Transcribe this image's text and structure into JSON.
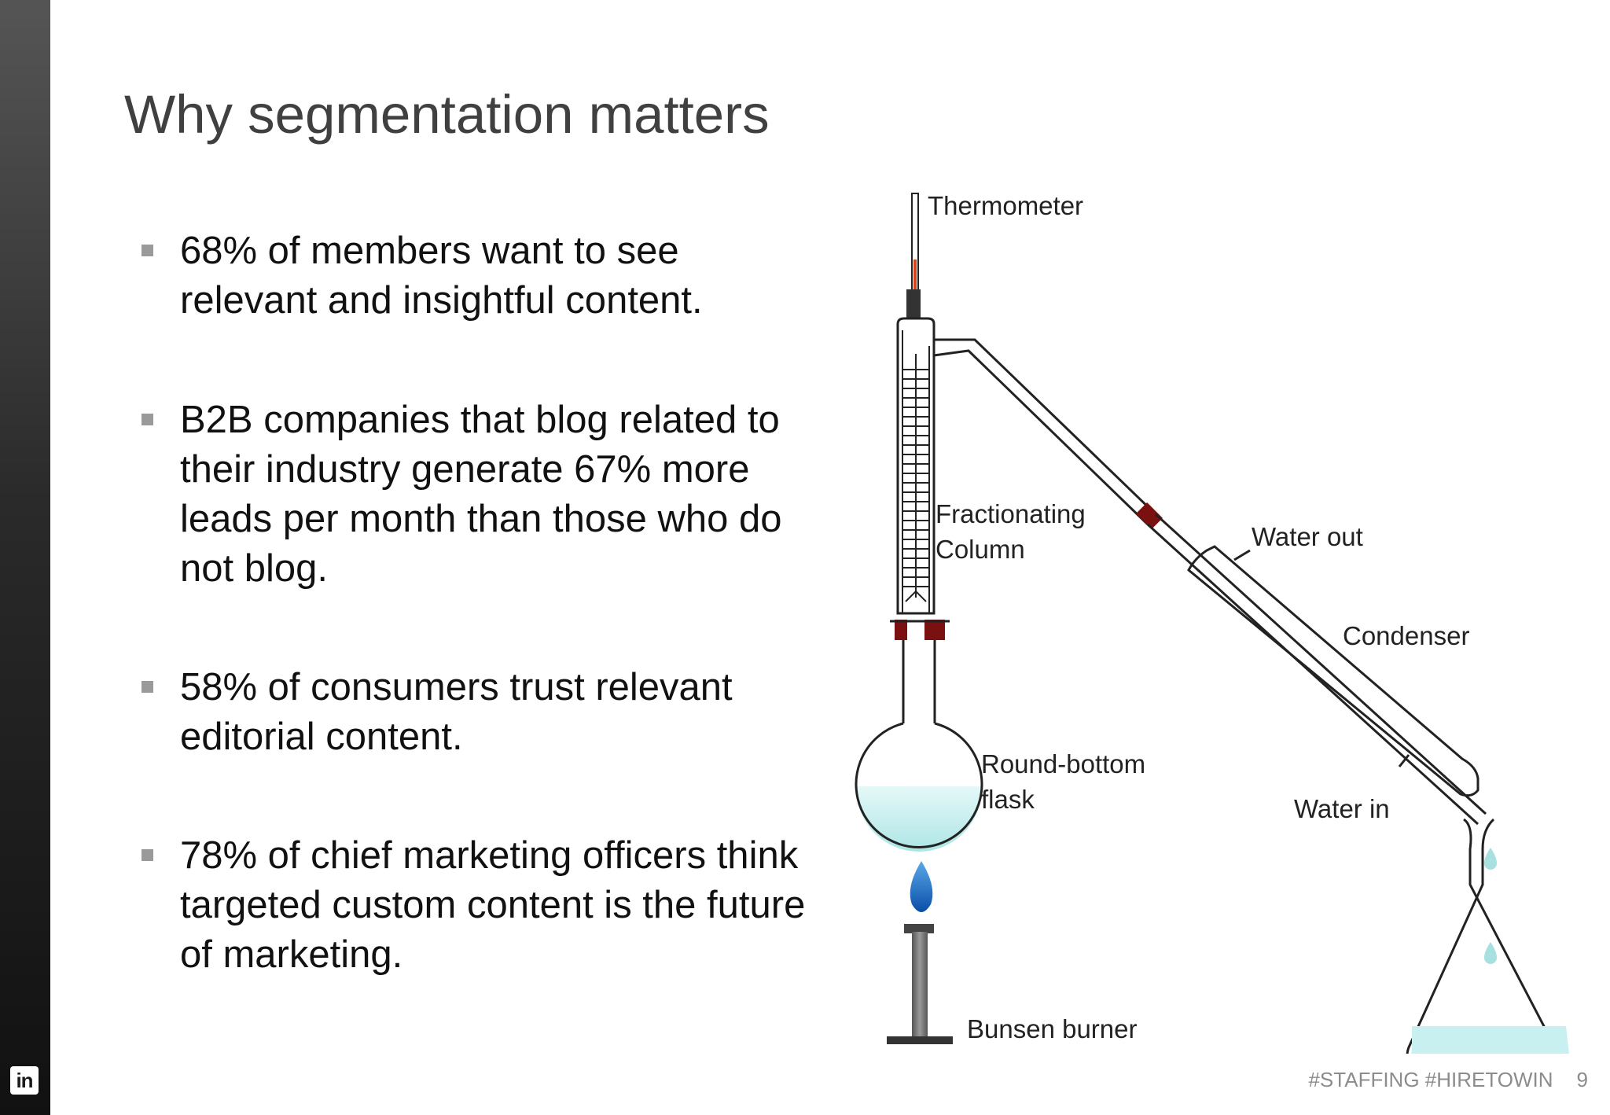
{
  "slide": {
    "title": "Why segmentation matters",
    "bullets": [
      "68% of members want to see relevant and insightful content.",
      "B2B companies that blog related to their industry generate 67% more leads per month than those who do not blog.",
      "58% of consumers trust relevant editorial content.",
      "78% of chief marketing officers think targeted custom content is the future of marketing."
    ]
  },
  "diagram": {
    "labels": {
      "thermometer": "Thermometer",
      "fractionating_1": "Fractionating",
      "fractionating_2": "Column",
      "water_out": "Water out",
      "condenser": "Condenser",
      "round_bottom_1": "Round-bottom",
      "round_bottom_2": "flask",
      "water_in": "Water in",
      "bunsen": "Bunsen burner"
    }
  },
  "footer": {
    "hashtags": "#STAFFING #HIRETOWIN",
    "page_number": "9"
  },
  "brand": {
    "logo_text": "in",
    "sidebar_color": "#2a2a2a"
  }
}
